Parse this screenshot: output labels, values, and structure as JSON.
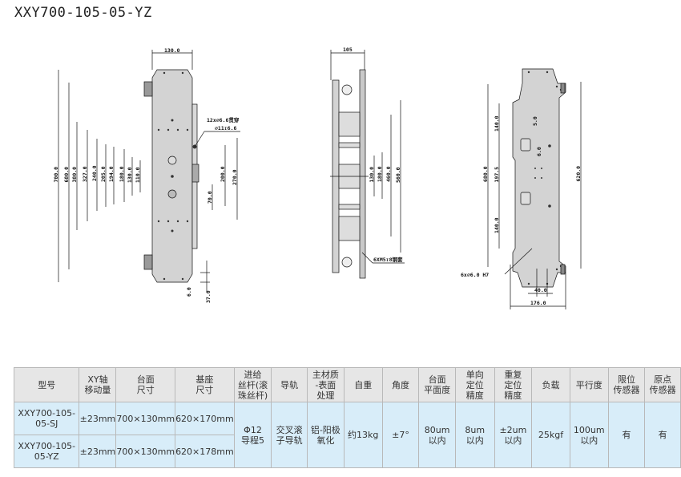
{
  "title": "XXY700-105-05-YZ",
  "drawings": {
    "front": {
      "width_dim": "130.0",
      "left_dims": [
        "700.0",
        "680.0",
        "380.0",
        "327.0",
        "240.0",
        "205.0",
        "194.0",
        "180.0",
        "130.0",
        "110.0"
      ],
      "right_dims": [
        "270.0",
        "200.0",
        "70.0"
      ],
      "bottom_dims": [
        "6.0",
        "37.0"
      ],
      "hole_note_1": "12x⌀6.6贯穿",
      "hole_note_2": "⌀11↧6.6"
    },
    "side": {
      "width_dim": "105",
      "dims": [
        "130.0",
        "180.0",
        "460.0",
        "560.0"
      ],
      "hole_note": "6XM5↧8钢套"
    },
    "back": {
      "left_dim": "680.0",
      "right_dim": "620.0",
      "inner_dims": [
        "140.0",
        "197.5",
        "140.0"
      ],
      "small_dims": [
        "5.0",
        "6.0"
      ],
      "bottom_dims": [
        "40.0",
        "176.0"
      ],
      "hole_note": "6x⌀6.0 H7"
    }
  },
  "table": {
    "headers": [
      "型号",
      "XY轴\n移动量",
      "台面\n尺寸",
      "基座\n尺寸",
      "进给\n丝杆(滚\n珠丝杆)",
      "导轨",
      "主材质\n-表面\n处理",
      "自重",
      "角度",
      "台面\n平面度",
      "单向\n定位\n精度",
      "重复\n定位\n精度",
      "负载",
      "平行度",
      "限位\n传感器",
      "原点\n传感器"
    ],
    "rows": [
      {
        "model": "XXY700-105-05-SJ",
        "travel": "±23mm",
        "table_size": "700×130mm",
        "base_size": "620×170mm"
      },
      {
        "model": "XXY700-105-05-YZ",
        "travel": "±23mm",
        "table_size": "700×130mm",
        "base_size": "620×178mm"
      }
    ],
    "shared": {
      "screw": "Φ12\n导程5",
      "guide": "交叉滚\n子导轨",
      "material": "铝-阳极\n氧化",
      "weight": "约13kg",
      "angle": "±7°",
      "flatness": "80um\n以内",
      "uni_accuracy": "8um\n以内",
      "repeat_accuracy": "±2um\n以内",
      "load": "25kgf",
      "parallelism": "100um\n以内",
      "limit_sensor": "有",
      "origin_sensor": "有"
    }
  }
}
